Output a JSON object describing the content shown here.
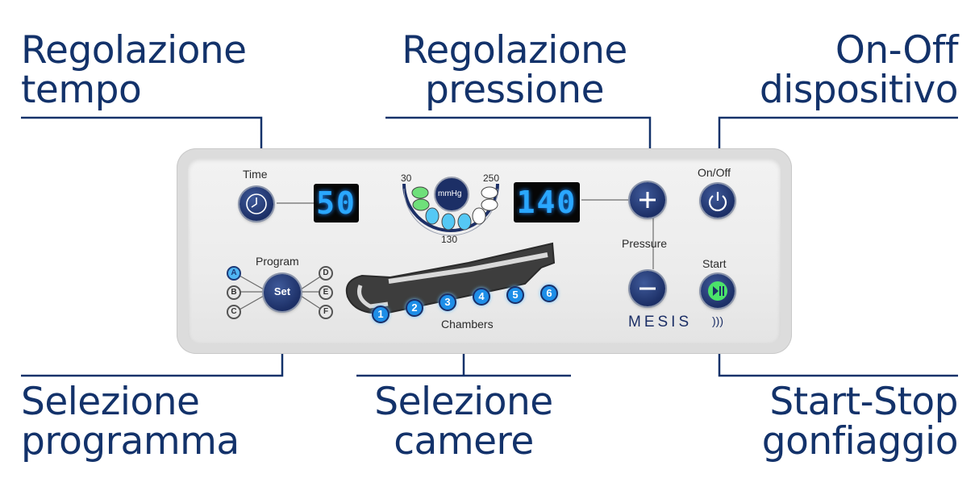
{
  "callouts": {
    "time": [
      "Regolazione",
      "tempo"
    ],
    "pressure": [
      "Regolazione",
      "pressione"
    ],
    "onoff": [
      "On-Off",
      "dispositivo"
    ],
    "program": [
      "Selezione",
      "programma"
    ],
    "chambers": [
      "Selezione",
      "camere"
    ],
    "startstop": [
      "Start-Stop",
      "gonfiaggio"
    ]
  },
  "panel": {
    "time_label": "Time",
    "time_value": "50",
    "pressure_value": "140",
    "gauge_min": "30",
    "gauge_mid": "130",
    "gauge_max": "250",
    "gauge_unit": "mmHg",
    "onoff_label": "On/Off",
    "pressure_label": "Pressure",
    "start_label": "Start",
    "program_label": "Program",
    "set_label": "Set",
    "programs": [
      "A",
      "B",
      "C",
      "D",
      "E",
      "F"
    ],
    "selected_program": "A",
    "chambers_label": "Chambers",
    "chambers": [
      "1",
      "2",
      "3",
      "4",
      "5",
      "6"
    ],
    "brand": "MESIS"
  },
  "colors": {
    "navy": "#13326a",
    "display_blue": "#2aa7ff",
    "start_green": "#4be36a",
    "chamber_blue": "#1e8ee8"
  },
  "icons": [
    "clock-icon",
    "power-icon",
    "plus-icon",
    "minus-icon",
    "play-pause-icon",
    "leg-sleeve-icon",
    "pressure-gauge-icon"
  ]
}
